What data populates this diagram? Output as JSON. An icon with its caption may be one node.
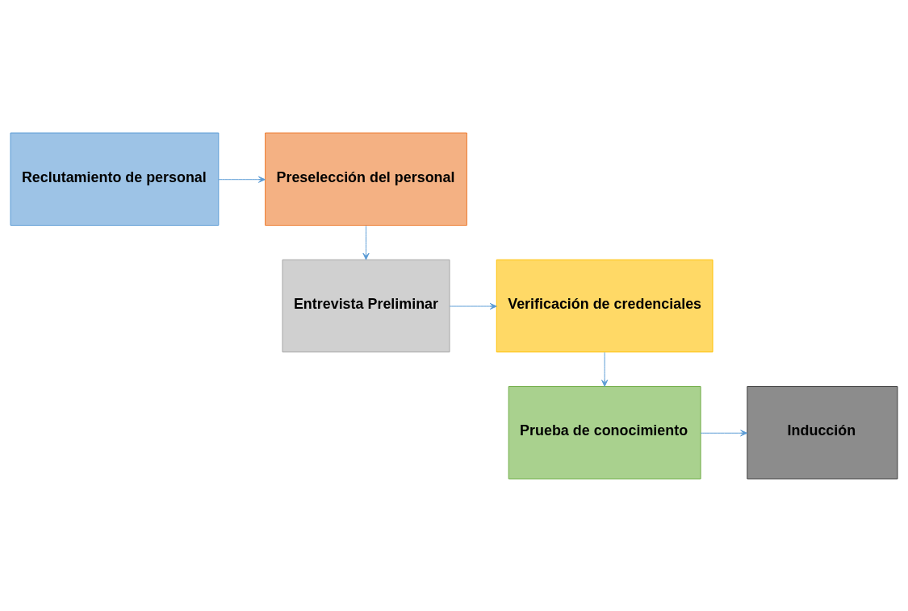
{
  "diagram": {
    "nodes": [
      {
        "text": [
          "Reclutamiento de personal"
        ]
      },
      {
        "text": [
          "Preselección del personal"
        ]
      },
      {
        "text": [
          "Entrevista Preliminar"
        ]
      },
      {
        "text": [
          "Verificación de credenciales"
        ]
      },
      {
        "text": [
          "Prueba de conocimiento"
        ]
      },
      {
        "text": [
          "Inducción"
        ]
      }
    ],
    "edges": [
      {
        "from": 0,
        "to": 1,
        "arrow": "to"
      },
      {
        "from": 1,
        "to": 2,
        "arrow": "to"
      },
      {
        "from": 2,
        "to": 3,
        "arrow": "to"
      },
      {
        "from": 3,
        "to": 4,
        "arrow": "to"
      },
      {
        "from": 4,
        "to": 5,
        "arrow": "to"
      }
    ]
  }
}
